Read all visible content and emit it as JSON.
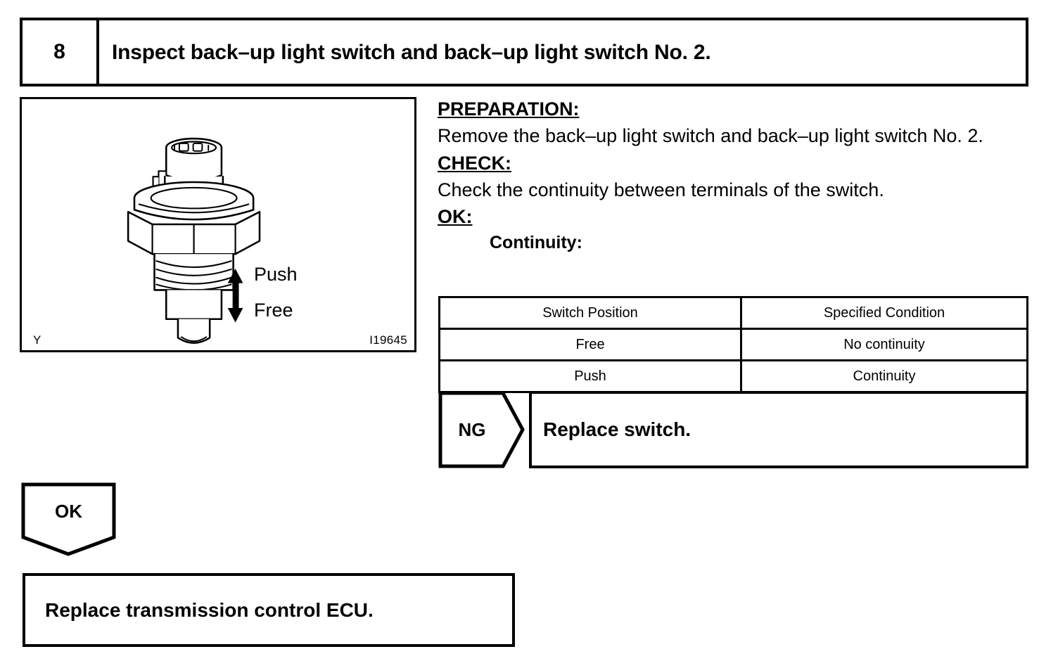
{
  "step": {
    "number": "8",
    "title": "Inspect back–up light switch and back–up light switch No. 2."
  },
  "figure": {
    "corner_mark": "Y",
    "figure_id": "I19645",
    "push_label": "Push",
    "free_label": "Free"
  },
  "procedure": {
    "preparation_heading": "PREPARATION:",
    "preparation_text": "Remove the back–up light switch and back–up light switch No. 2.",
    "check_heading": "CHECK:",
    "check_text": "Check the continuity between terminals of the switch.",
    "ok_heading": "OK:",
    "continuity_label": "Continuity:"
  },
  "continuity_table": {
    "headers": [
      "Switch Position",
      "Specified Condition"
    ],
    "rows": [
      [
        "Free",
        "No continuity"
      ],
      [
        "Push",
        "Continuity"
      ]
    ]
  },
  "ng_branch": {
    "badge": "NG",
    "action": "Replace switch."
  },
  "ok_branch": {
    "badge": "OK",
    "action": "Replace transmission control ECU."
  },
  "colors": {
    "ink": "#000000",
    "paper": "#ffffff"
  }
}
